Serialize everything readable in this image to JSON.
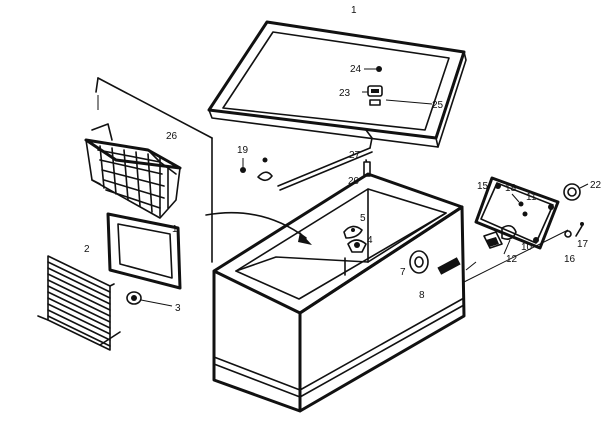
{
  "callouts": {
    "lid_frame": "1",
    "door_seal": "1",
    "base_grille": "2",
    "grille_knob": "3",
    "lamp": "4",
    "thermostat": "5",
    "drain_plug": "7",
    "nameplate": "8",
    "hinge_plate_10": "10",
    "hinge_screw_11": "11",
    "hinge_bracket_12": "12",
    "hinge_cover": "15",
    "hinge_washer": "16",
    "hinge_pin": "17",
    "hinge_bolt": "18",
    "latch_screw": "19",
    "lid_support": "20",
    "hinge_cap": "22",
    "lid_light": "23",
    "lid_stud": "24",
    "lid_gasket": "25",
    "basket": "26",
    "lid_rod": "27"
  }
}
